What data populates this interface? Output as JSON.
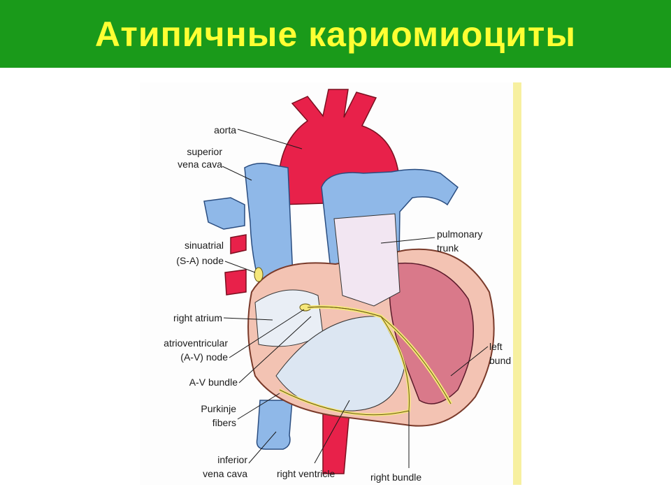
{
  "slide": {
    "title": "Атипичные кариомиоциты"
  },
  "diagram": {
    "colors": {
      "title_bar": "#1a9a1a",
      "title_text": "#ffff33",
      "artery_red": "#e8214a",
      "vein_blue": "#8fb8e8",
      "myocardium_pink": "#f3c3b3",
      "conduction_yellow": "#f5e77a"
    },
    "labels": {
      "aorta": "aorta",
      "superior_vena_cava_1": "superior",
      "superior_vena_cava_2": "vena cava",
      "sa_node_1": "sinuatrial",
      "sa_node_2": "(S-A) node",
      "right_atrium": "right atrium",
      "av_node_1": "atrioventricular",
      "av_node_2": "(A-V) node",
      "av_bundle": "A-V bundle",
      "purkinje_1": "Purkinje",
      "purkinje_2": "fibers",
      "inferior_vena_cava_1": "inferior",
      "inferior_vena_cava_2": "vena cava",
      "right_ventricle": "right ventricle",
      "right_bundle": "right bundle",
      "left_bundle_1": "left",
      "left_bundle_2": "bund",
      "pulmonary_trunk_1": "pulmonary",
      "pulmonary_trunk_2": "trunk"
    }
  }
}
